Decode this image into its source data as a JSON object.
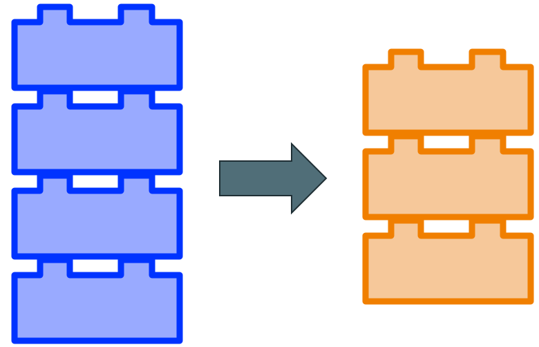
{
  "diagram": {
    "left_stack": {
      "brick_count": 4,
      "fill_color": "#99aaff",
      "stroke_color": "#0033ff"
    },
    "right_stack": {
      "brick_count": 3,
      "fill_color": "#f6c89a",
      "stroke_color": "#f07f00"
    },
    "arrow": {
      "fill_color": "#506e78",
      "stroke_color": "#1f2f35",
      "direction": "right"
    }
  }
}
